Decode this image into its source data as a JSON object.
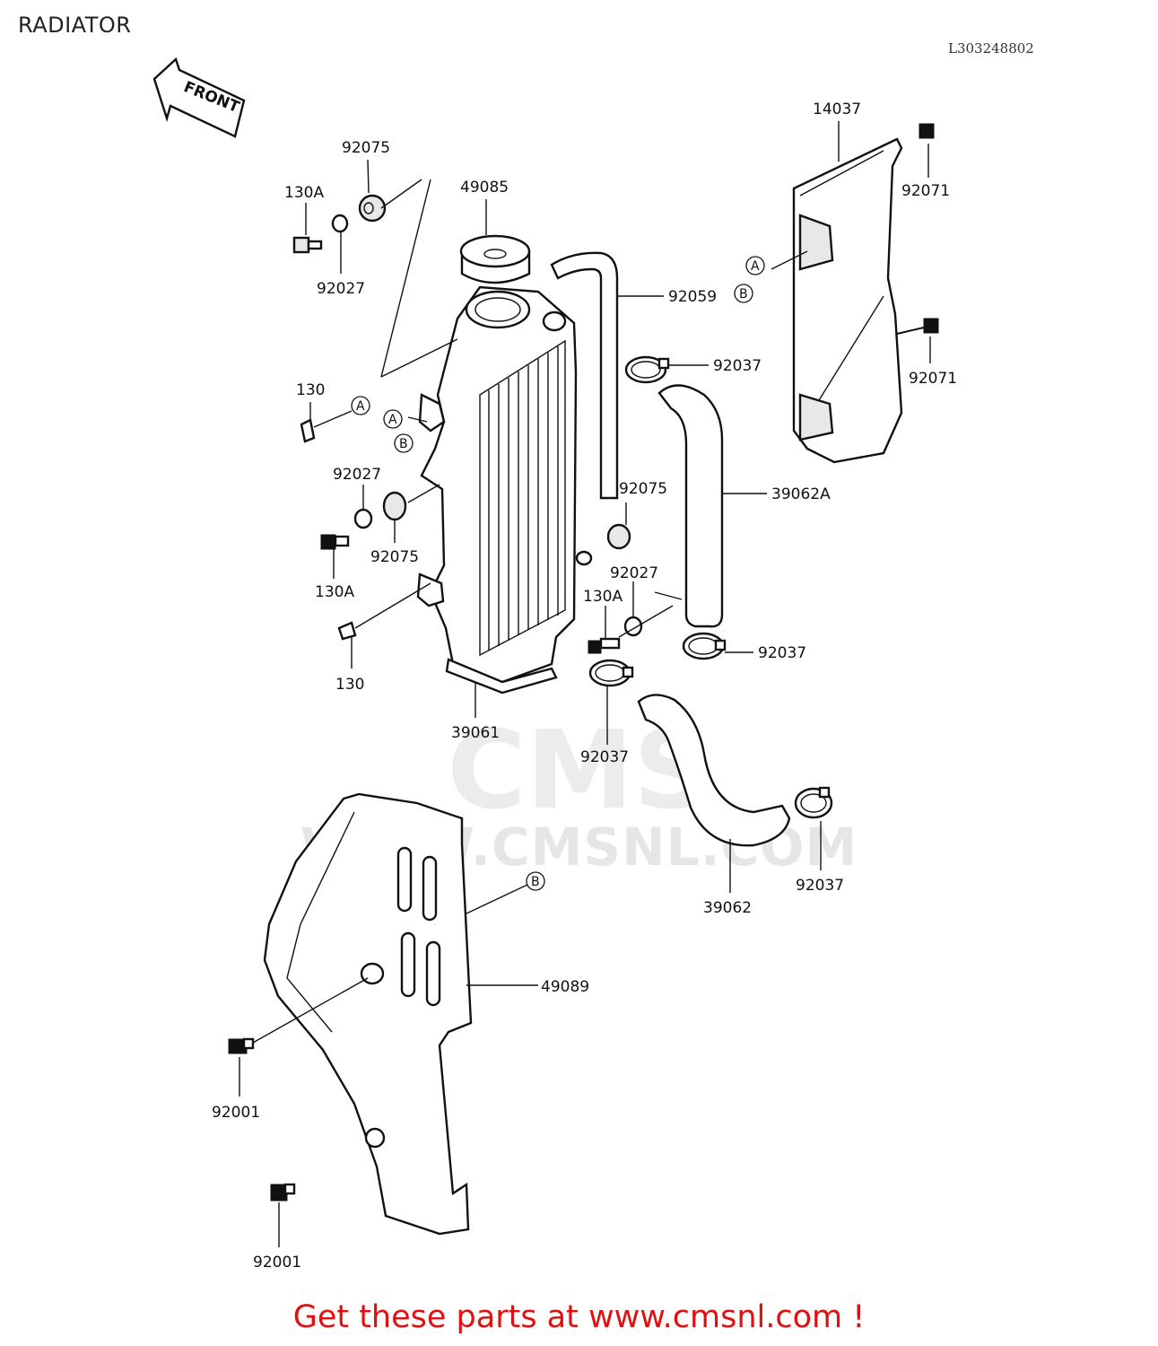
{
  "title": "RADIATOR",
  "drawing_id": "L303248802",
  "front_label": "FRONT",
  "watermark": {
    "logo": "CMS",
    "url": "WWW.CMSNL.COM"
  },
  "footer": "Get these parts at www.cmsnl.com !",
  "callouts": [
    {
      "id": "c-92075-top",
      "text": "92075"
    },
    {
      "id": "c-130a-top",
      "text": "130A"
    },
    {
      "id": "c-92027-top",
      "text": "92027"
    },
    {
      "id": "c-49085",
      "text": "49085"
    },
    {
      "id": "c-92059",
      "text": "92059"
    },
    {
      "id": "c-14037",
      "text": "14037"
    },
    {
      "id": "c-92071-top",
      "text": "92071"
    },
    {
      "id": "c-92071-bot",
      "text": "92071"
    },
    {
      "id": "c-92037-a",
      "text": "92037"
    },
    {
      "id": "c-130-top",
      "text": "130"
    },
    {
      "id": "c-92027-mid",
      "text": "92027"
    },
    {
      "id": "c-92075-mid",
      "text": "92075"
    },
    {
      "id": "c-130a-mid",
      "text": "130A"
    },
    {
      "id": "c-130-bot",
      "text": "130"
    },
    {
      "id": "c-92075-right",
      "text": "92075"
    },
    {
      "id": "c-39062a",
      "text": "39062A"
    },
    {
      "id": "c-92027-right",
      "text": "92027"
    },
    {
      "id": "c-130a-right",
      "text": "130A"
    },
    {
      "id": "c-92037-b",
      "text": "92037"
    },
    {
      "id": "c-39061",
      "text": "39061"
    },
    {
      "id": "c-92037-c",
      "text": "92037"
    },
    {
      "id": "c-92037-d",
      "text": "92037"
    },
    {
      "id": "c-39062",
      "text": "39062"
    },
    {
      "id": "c-49089",
      "text": "49089"
    },
    {
      "id": "c-92001-top",
      "text": "92001"
    },
    {
      "id": "c-92001-bot",
      "text": "92001"
    }
  ],
  "markers": {
    "a": "A",
    "b": "B"
  }
}
